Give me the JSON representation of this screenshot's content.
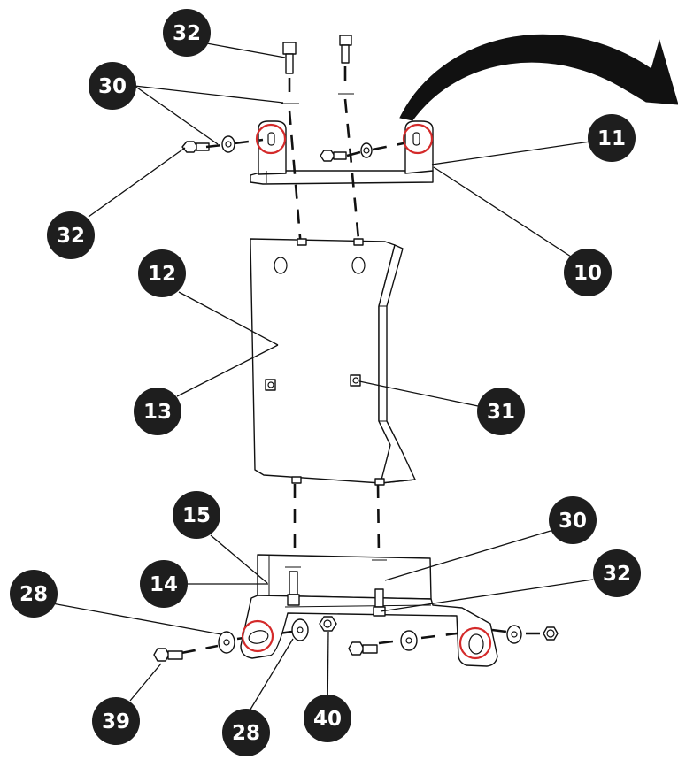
{
  "diagram": {
    "arrow_color": "#111111",
    "highlight_color": "#d42a2a",
    "callouts": [
      {
        "id": "c32a",
        "label": "32"
      },
      {
        "id": "c30a",
        "label": "30"
      },
      {
        "id": "c32b",
        "label": "32"
      },
      {
        "id": "c11",
        "label": "11"
      },
      {
        "id": "c10",
        "label": "10"
      },
      {
        "id": "c12",
        "label": "12"
      },
      {
        "id": "c13",
        "label": "13"
      },
      {
        "id": "c31",
        "label": "31"
      },
      {
        "id": "c15",
        "label": "15"
      },
      {
        "id": "c14",
        "label": "14"
      },
      {
        "id": "c30b",
        "label": "30"
      },
      {
        "id": "c32c",
        "label": "32"
      },
      {
        "id": "c28a",
        "label": "28"
      },
      {
        "id": "c39",
        "label": "39"
      },
      {
        "id": "c28b",
        "label": "28"
      },
      {
        "id": "c40",
        "label": "40"
      }
    ]
  }
}
